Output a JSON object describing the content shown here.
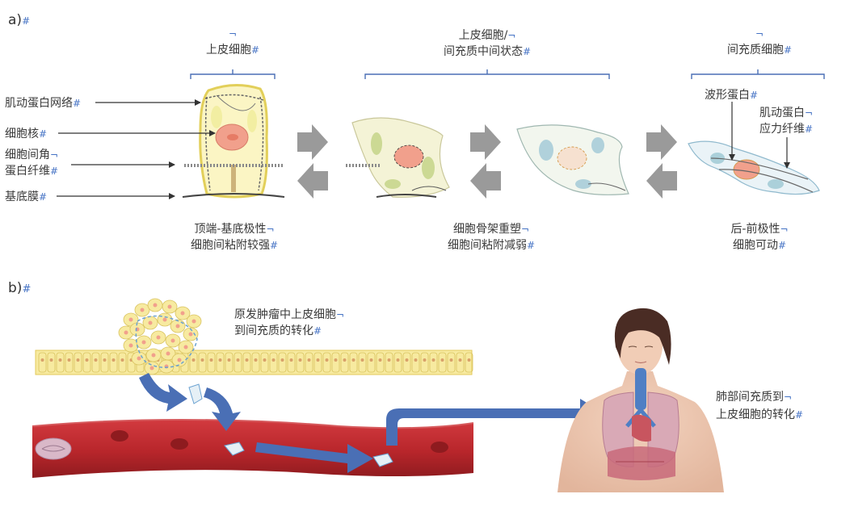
{
  "panel_a": {
    "label": "a)",
    "para_mark": "#",
    "line_mark": "¬",
    "stage_epithelial": {
      "line1": "上皮细胞"
    },
    "stage_intermediate": {
      "line1": "上皮细胞/",
      "line2": "间充质中间状态"
    },
    "stage_mesenchymal": {
      "line1": "间充质细胞"
    },
    "labels": {
      "actin_network": "肌动蛋白网络",
      "nucleus": "细胞核",
      "keratin_line1": "细胞间角",
      "keratin_line2": "蛋白纤维",
      "basement_membrane": "基底膜",
      "vimentin": "波形蛋白",
      "stress_line1": "肌动蛋白",
      "stress_line2": "应力纤维"
    },
    "captions": {
      "epithelial_line1": "顶端-基底极性",
      "epithelial_line2": "细胞间粘附较强",
      "intermediate_line1": "细胞骨架重塑",
      "intermediate_line2": "细胞间粘附减弱",
      "mesenchymal_line1": "后-前极性",
      "mesenchymal_line2": "细胞可动"
    }
  },
  "panel_b": {
    "label": "b)",
    "para_mark": "#",
    "line_mark": "¬",
    "primary_line1": "原发肿瘤中上皮细胞",
    "primary_line2": "到间充质的转化",
    "lung_line1": "肺部间充质到",
    "lung_line2": "上皮细胞的转化"
  },
  "colors": {
    "bracket": "#4a6fb5",
    "flow_arrow": "#4a6fb5",
    "transition_arrow": "#9a9a9a",
    "vessel": "#b8262b",
    "epithelial_cell": "#f7eaa0",
    "nucleus": "#f1a08c"
  }
}
